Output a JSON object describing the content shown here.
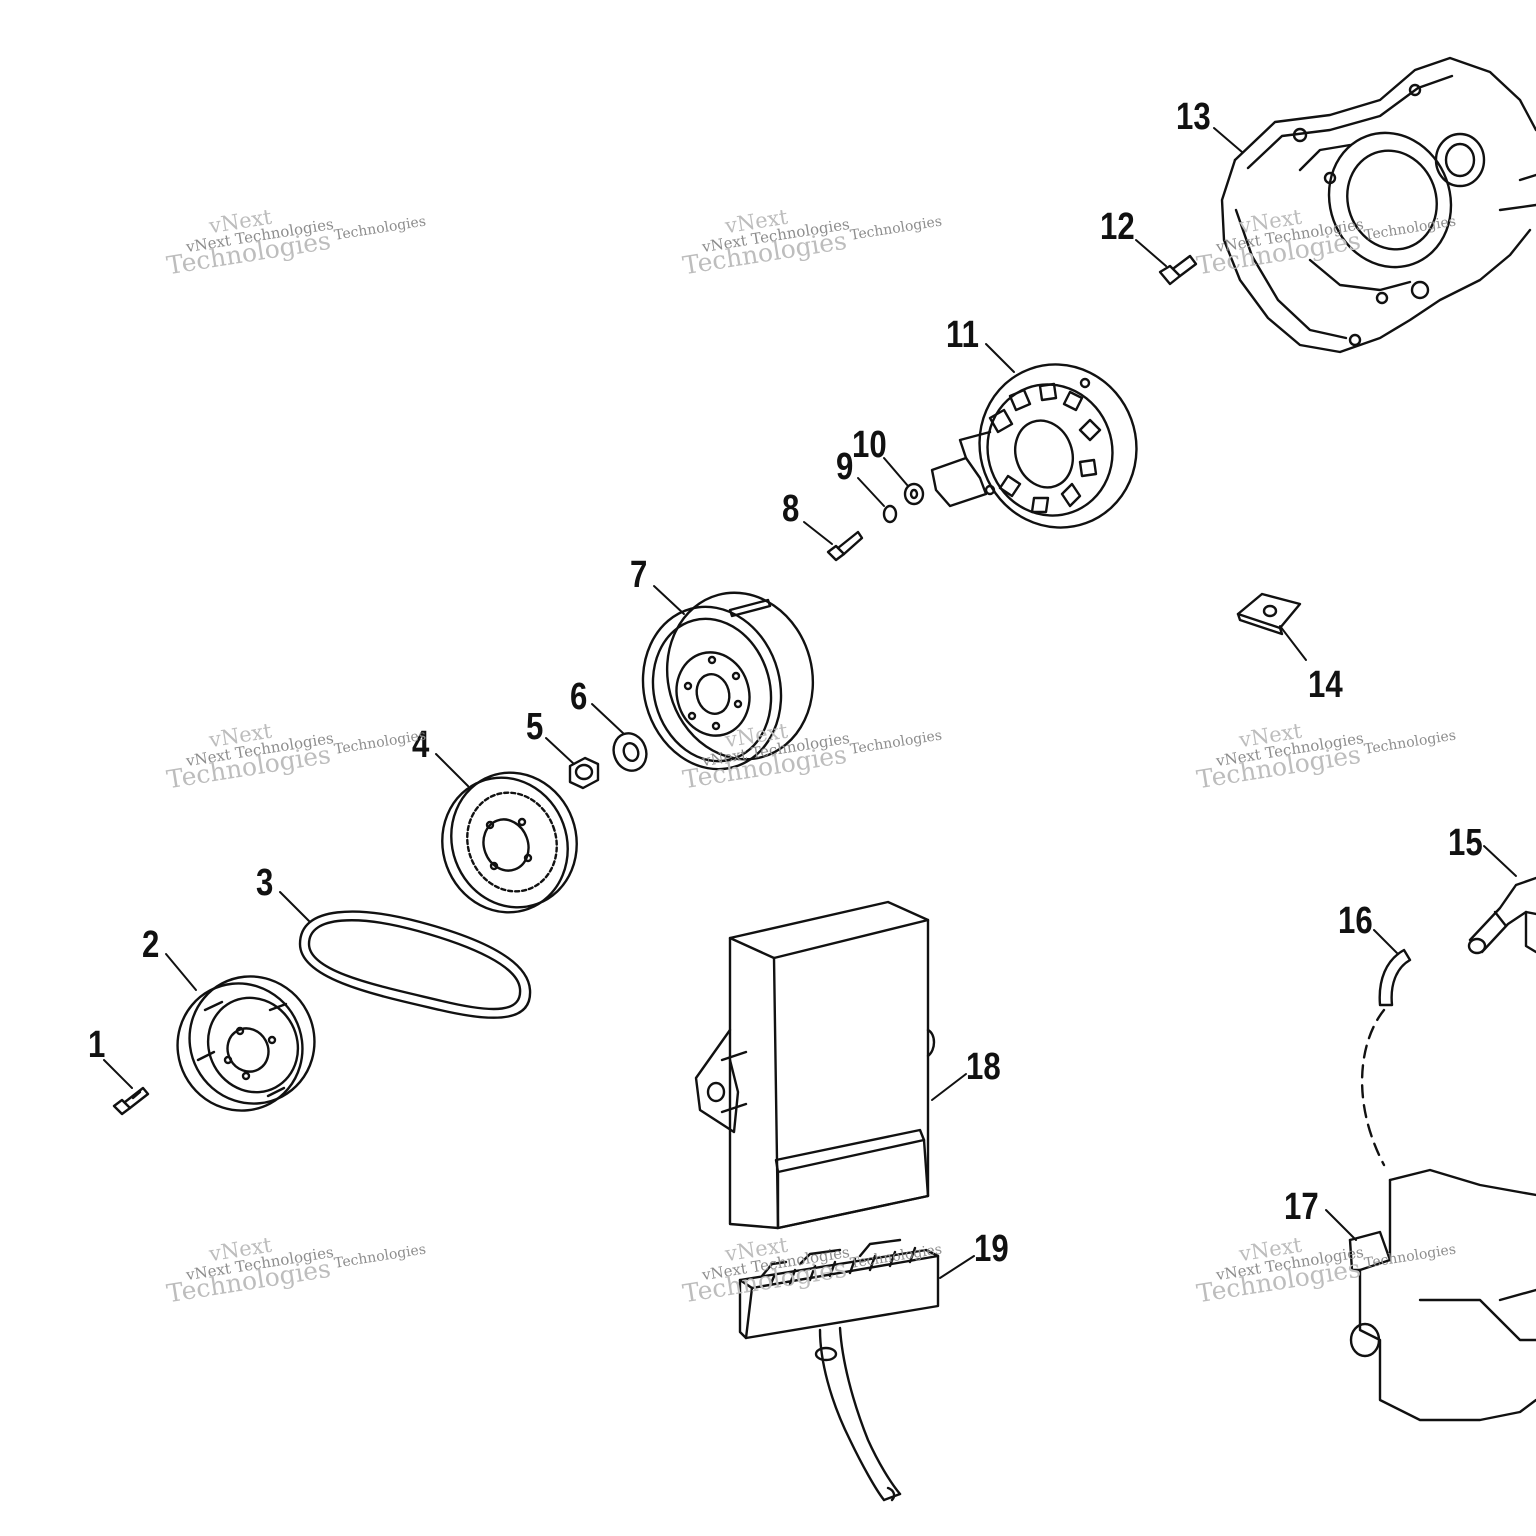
{
  "diagram": {
    "callouts": [
      "1",
      "2",
      "3",
      "4",
      "5",
      "6",
      "7",
      "8",
      "9",
      "10",
      "11",
      "12",
      "13",
      "14",
      "15",
      "16",
      "17",
      "18",
      "19"
    ],
    "watermark": {
      "line_a": "vNext",
      "line_b": "vNext Technologies",
      "line_c": "Technologies",
      "line_d": "Technologies"
    }
  }
}
